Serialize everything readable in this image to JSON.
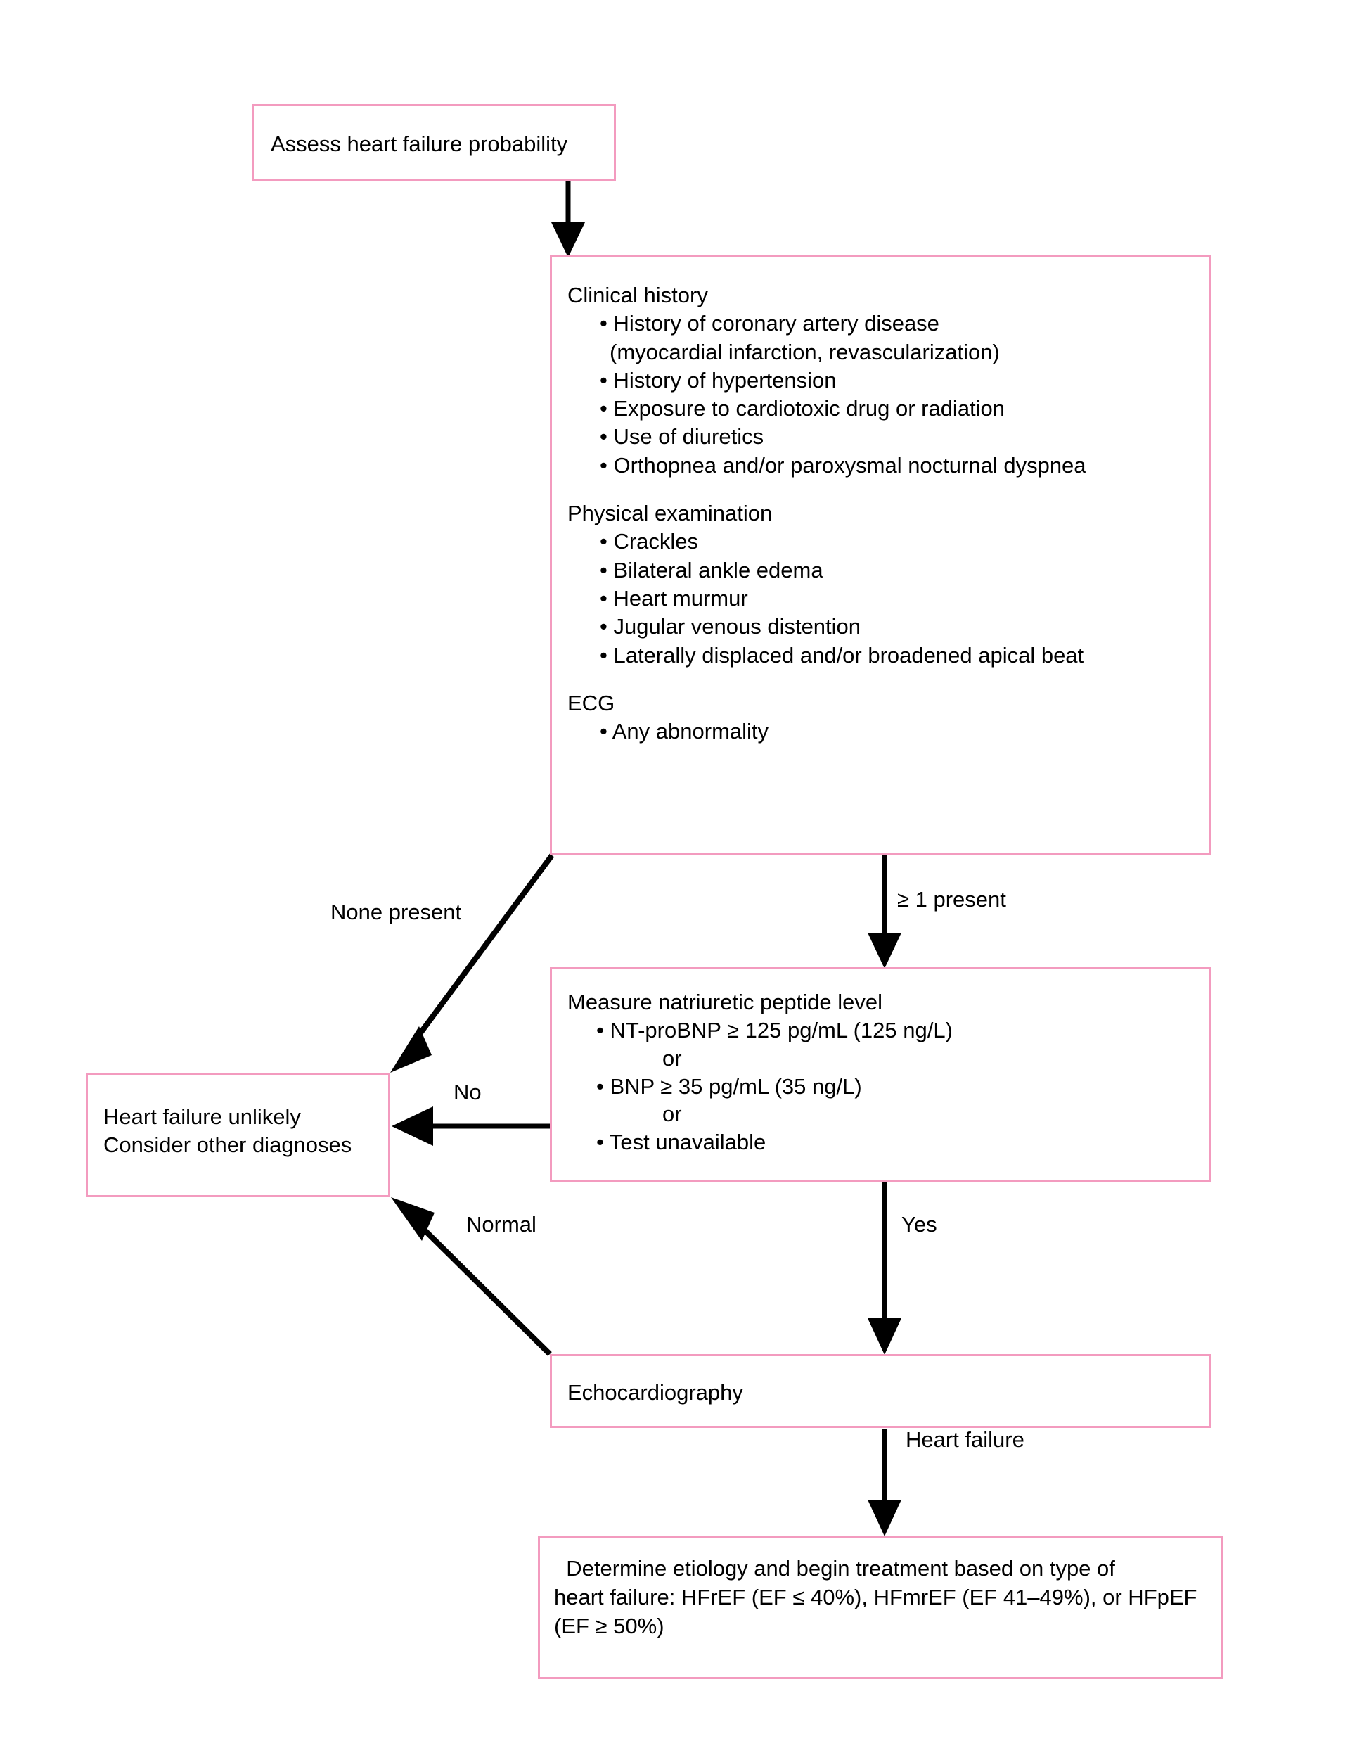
{
  "diagram": {
    "title": "Heart failure diagnostic algorithm",
    "accent_color": "#F39BBF",
    "text_color": "#000000",
    "background_color": "#FFFFFF"
  },
  "nodes": {
    "assess": {
      "text": "Assess heart failure probability"
    },
    "criteria": {
      "sections": [
        {
          "heading": "Clinical history",
          "items": [
            "• History of coronary artery disease",
            "(myocardial infarction, revascularization)",
            "• History of hypertension",
            "• Exposure to cardiotoxic drug or radiation",
            "• Use of diuretics",
            "• Orthopnea and/or paroxysmal nocturnal dyspnea"
          ]
        },
        {
          "heading": "Physical examination",
          "items": [
            "• Crackles",
            "• Bilateral ankle edema",
            "• Heart murmur",
            "• Jugular venous distention",
            "• Laterally displaced and/or broadened apical beat"
          ]
        },
        {
          "heading": "ECG",
          "items": [
            "• Any abnormality"
          ]
        }
      ]
    },
    "natriuretic_peptide": {
      "heading": "Measure natriuretic peptide level",
      "lines": [
        "• NT-proBNP ≥ 125 pg/mL (125 ng/L)",
        "or",
        "• BNP ≥ 35 pg/mL (35 ng/L)",
        "or",
        "• Test unavailable"
      ]
    },
    "heart_failure_unlikely": {
      "line1": "Heart failure unlikely",
      "line2": "Consider other diagnoses"
    },
    "echocardiography": {
      "text": "Echocardiography"
    },
    "determine": {
      "line1": "  Determine etiology and begin treatment based on type of",
      "line2": "heart failure: HFrEF (EF ≤ 40%), HFmrEF (EF 41–49%), or HFpEF",
      "line3": "(EF ≥ 50%)"
    }
  },
  "edge_labels": {
    "none_present": "None present",
    "ge_one_present": "≥ 1 present",
    "no": "No",
    "normal": "Normal",
    "yes": "Yes",
    "heart_failure": "Heart failure"
  }
}
